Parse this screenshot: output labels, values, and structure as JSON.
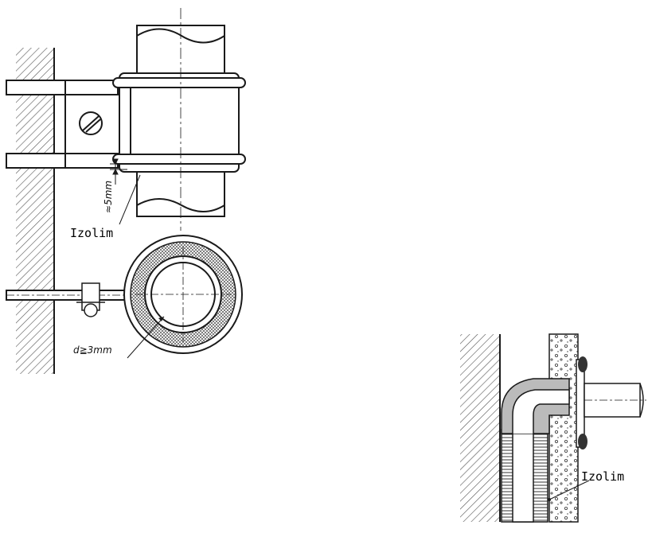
{
  "figure": {
    "clamp_label": "Izolim",
    "clearance_label": "≈5mm",
    "thickness_label": "d≧3mm",
    "wall_pass_label": "Izolim"
  },
  "colors": {
    "ink": "#1a1a1a",
    "hatch": "#555555",
    "background": "#ffffff"
  }
}
